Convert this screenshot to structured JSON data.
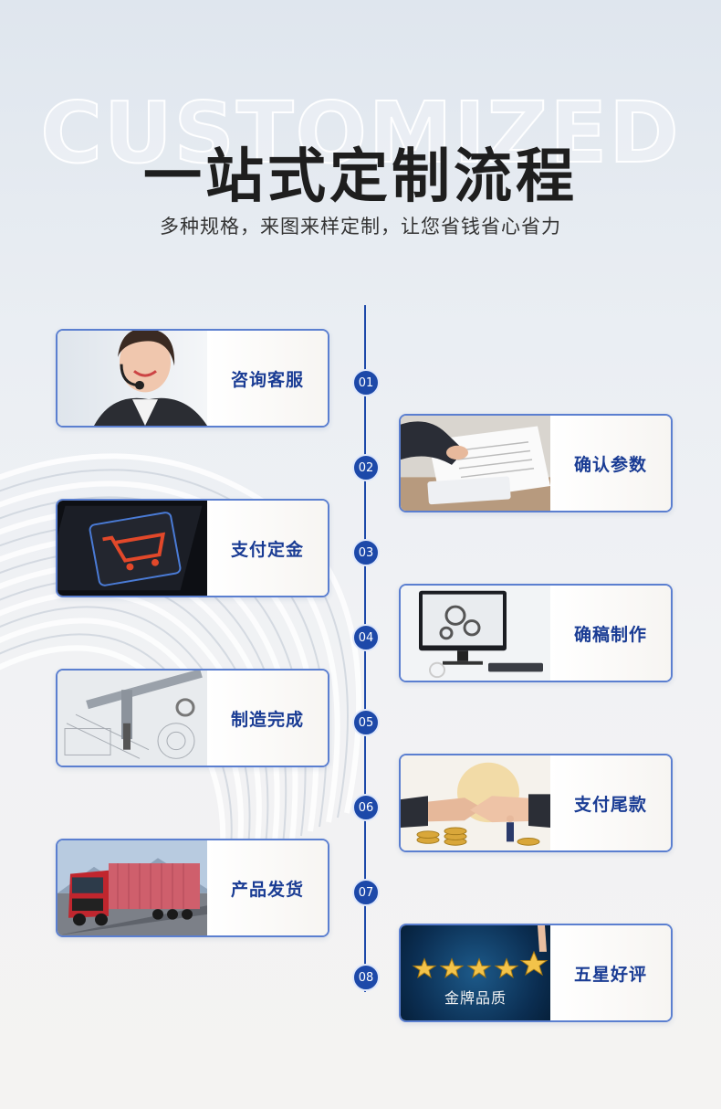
{
  "header": {
    "watermark": "CUSTOMIZED",
    "title": "一站式定制流程",
    "subtitle": "多种规格，来图来样定制，让您省钱省心省力"
  },
  "steps": [
    {
      "num": "01",
      "label": "咨询客服"
    },
    {
      "num": "02",
      "label": "确认参数"
    },
    {
      "num": "03",
      "label": "支付定金"
    },
    {
      "num": "04",
      "label": "确稿制作"
    },
    {
      "num": "05",
      "label": "制造完成"
    },
    {
      "num": "06",
      "label": "支付尾款"
    },
    {
      "num": "07",
      "label": "产品发货"
    },
    {
      "num": "08",
      "label": "五星好评"
    }
  ],
  "badge_text": "金牌品质",
  "colors": {
    "accent": "#1d49a9",
    "label": "#1a3c94"
  }
}
